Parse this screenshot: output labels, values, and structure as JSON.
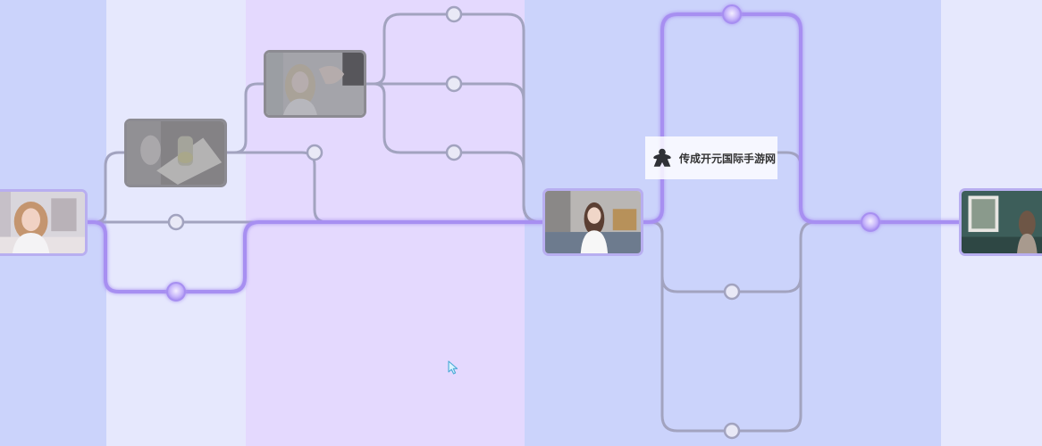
{
  "colors": {
    "band_1": "#cbd3fb",
    "band_2": "#e6e8fd",
    "band_3": "#e4d9fe",
    "band_4": "#cbd3fb",
    "band_5": "#e6e8fd",
    "active_path": "#a78ff1",
    "inactive_path": "#a2a3bf",
    "node_fill": "#e9e9f6"
  },
  "watermark": {
    "text": "传成开元国际手游网",
    "icon": "meeple-icon"
  },
  "scenes": [
    {
      "name": "scene-start-thumbnail",
      "state": "played"
    },
    {
      "name": "scene-glass-tray-thumbnail",
      "state": "locked"
    },
    {
      "name": "scene-blonde-hand-thumbnail",
      "state": "locked"
    },
    {
      "name": "scene-living-room-thumbnail",
      "state": "played"
    },
    {
      "name": "scene-gallery-thumbnail",
      "state": "played"
    }
  ]
}
